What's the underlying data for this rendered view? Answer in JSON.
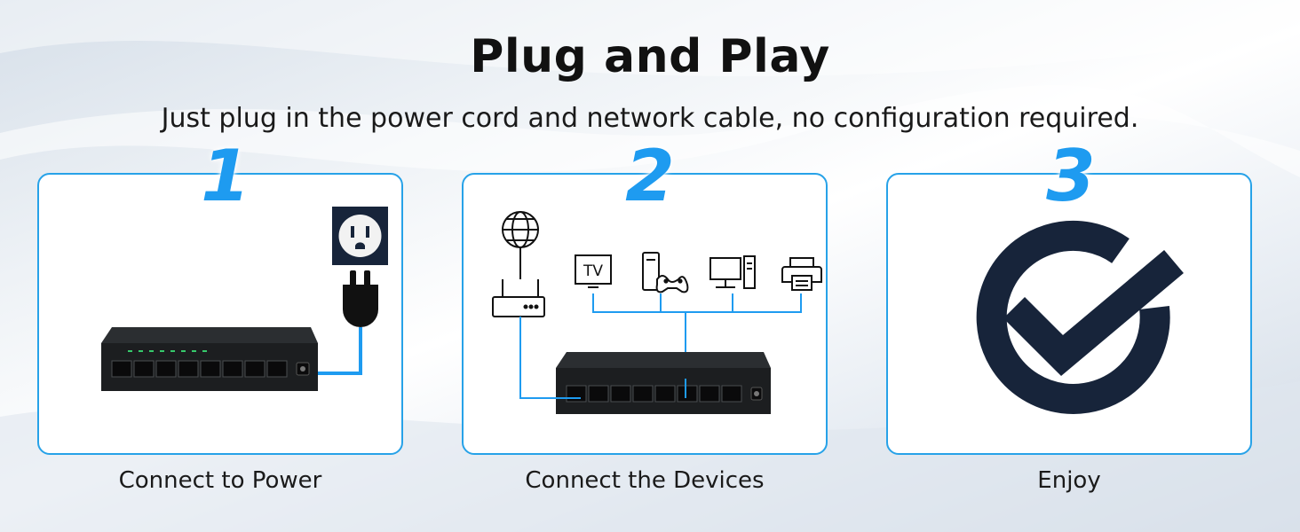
{
  "header": {
    "title": "Plug and Play",
    "subtitle": "Just plug in the power cord and network cable, no configuration required."
  },
  "steps": [
    {
      "number": "1",
      "caption": "Connect to Power"
    },
    {
      "number": "2",
      "caption": "Connect the Devices",
      "tv_label": "TV"
    },
    {
      "number": "3",
      "caption": "Enjoy"
    }
  ],
  "colors": {
    "accent": "#1e9bf0",
    "border": "#27a2e8",
    "icon_dark": "#17243a",
    "switch_body": "#1c1e20",
    "port_led": "#36c96b"
  },
  "icons": [
    "power-outlet-icon",
    "power-plug-icon",
    "globe-icon",
    "router-icon",
    "tv-icon",
    "game-console-icon",
    "desktop-computer-icon",
    "printer-icon",
    "checkmark-circle-icon"
  ]
}
